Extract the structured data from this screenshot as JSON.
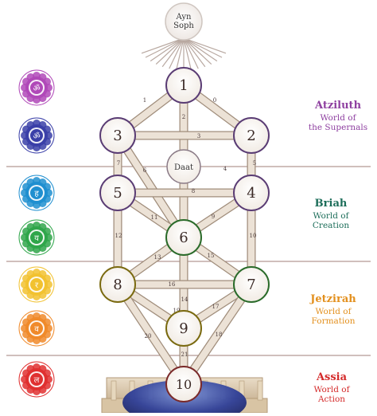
{
  "ayn_soph": {
    "line1": "Ayn",
    "line2": "Soph"
  },
  "daat_label": "Daat",
  "sephirot": [
    "1",
    "2",
    "3",
    "4",
    "5",
    "6",
    "7",
    "8",
    "9",
    "10"
  ],
  "paths": [
    "1",
    "0",
    "2",
    "3",
    "4",
    "5",
    "6",
    "7",
    "8",
    "9",
    "10",
    "11",
    "12",
    "13",
    "14",
    "15",
    "16",
    "17",
    "18",
    "19",
    "20",
    "21"
  ],
  "worlds": [
    {
      "title": "Atziluth",
      "line1": "World of",
      "line2": "the Supernals",
      "color": "#8e3fa0"
    },
    {
      "title": "Briah",
      "line1": "World of",
      "line2": "Creation",
      "color": "#1d6e5a"
    },
    {
      "title": "Jetzirah",
      "line1": "World of",
      "line2": "Formation",
      "color": "#e3901e"
    },
    {
      "title": "Assia",
      "line1": "World of",
      "line2": "Action",
      "color": "#d42a2a"
    }
  ],
  "chakras": [
    {
      "name": "crown",
      "color": "#b048b8",
      "symbol": "ॐ"
    },
    {
      "name": "third-eye",
      "color": "#3a3fa8",
      "symbol": "ॐ"
    },
    {
      "name": "throat",
      "color": "#1f8fd0",
      "symbol": "ह"
    },
    {
      "name": "heart",
      "color": "#2fa64a",
      "symbol": "य"
    },
    {
      "name": "solar-plexus",
      "color": "#f2c230",
      "symbol": "र"
    },
    {
      "name": "sacral",
      "color": "#f08a2a",
      "symbol": "व"
    },
    {
      "name": "root",
      "color": "#e03030",
      "symbol": "ल"
    }
  ],
  "colors": {
    "divider": "#a07f7a",
    "path_fill": "#ece2d6",
    "path_border": "#a08d7b",
    "circle_stroke": "#5a3c74",
    "six_stroke": "#2a6b2a",
    "eight_stroke": "#7a6a10",
    "rays": "#b8a8a0"
  }
}
